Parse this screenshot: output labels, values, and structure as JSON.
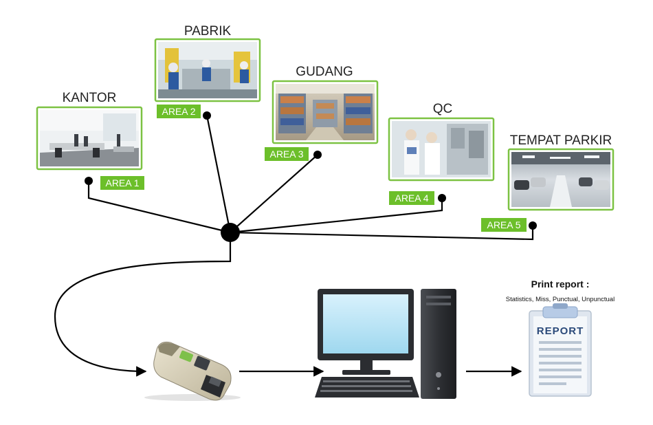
{
  "areas": [
    {
      "title": "KANTOR",
      "label": "AREA 1"
    },
    {
      "title": "PABRIK",
      "label": "AREA 2"
    },
    {
      "title": "GUDANG",
      "label": "AREA 3"
    },
    {
      "title": "QC",
      "label": "AREA 4"
    },
    {
      "title": "TEMPAT PARKIR",
      "label": "AREA 5"
    }
  ],
  "report": {
    "title": "Print report :",
    "subtitle": "Statistics, Miss, Punctual, Unpunctual",
    "document_word": "REPORT"
  },
  "colors": {
    "accent_green": "#6cbf2a",
    "frame_green": "#7cc242"
  },
  "icons": [
    "scanner-device-icon",
    "desktop-computer-icon",
    "report-clipboard-icon"
  ]
}
